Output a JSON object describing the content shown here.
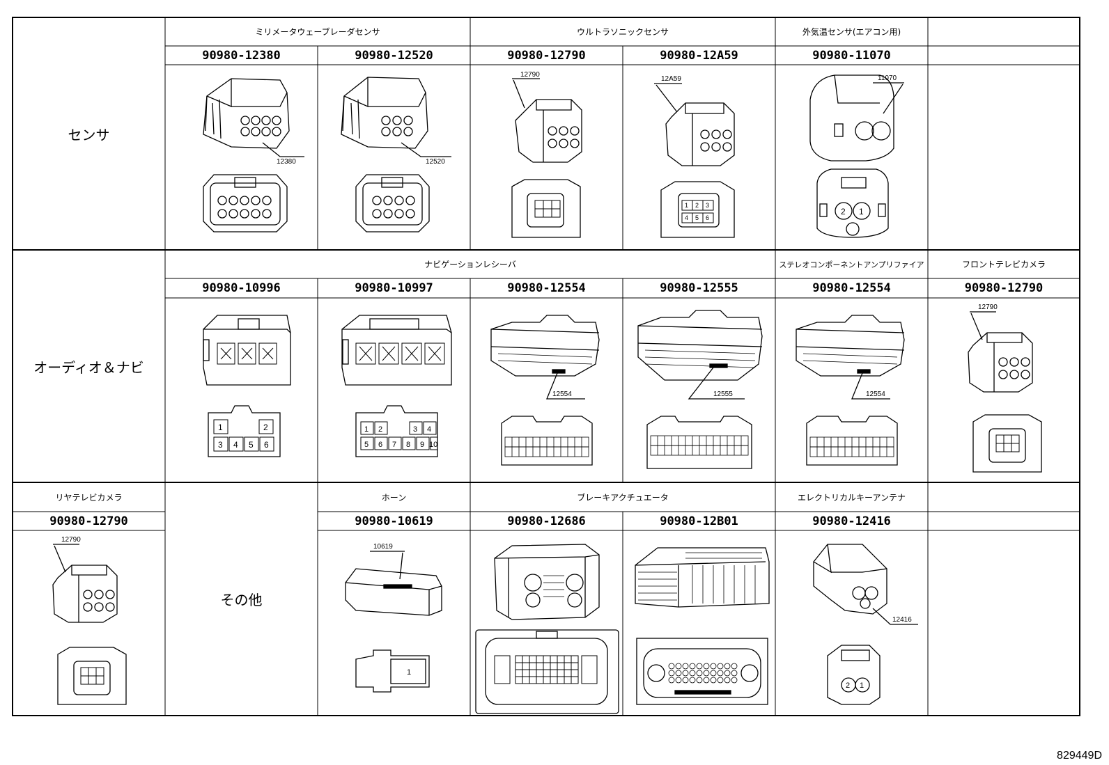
{
  "sections": {
    "sensor": {
      "label": "センサ",
      "groups": [
        "ミリメータウェーブレーダセンサ",
        "ウルトラソニックセンサ",
        "外気温センサ(エアコン用)"
      ],
      "parts": [
        {
          "number": "90980-12380",
          "callout": "12380"
        },
        {
          "number": "90980-12520",
          "callout": "12520"
        },
        {
          "number": "90980-12790",
          "callout": "12790"
        },
        {
          "number": "90980-12A59",
          "callout": "12A59"
        },
        {
          "number": "90980-11070",
          "callout": "11070"
        }
      ]
    },
    "audio": {
      "label": "オーディオ＆ナビ",
      "groups": [
        "ナビゲーションレシーバ",
        "ステレオコンポーネントアンプリファイア",
        "フロントテレビカメラ"
      ],
      "parts": [
        {
          "number": "90980-10996",
          "callout": ""
        },
        {
          "number": "90980-10997",
          "callout": ""
        },
        {
          "number": "90980-12554",
          "callout": "12554"
        },
        {
          "number": "90980-12555",
          "callout": "12555"
        },
        {
          "number": "90980-12554",
          "callout": "12554"
        },
        {
          "number": "90980-12790",
          "callout": "12790"
        }
      ]
    },
    "other": {
      "label": "その他",
      "groups": [
        "リヤテレビカメラ",
        "ホーン",
        "ブレーキアクチュエータ",
        "エレクトリカルキーアンテナ"
      ],
      "parts": [
        {
          "number": "90980-12790",
          "callout": "12790"
        },
        {
          "number": "90980-10619",
          "callout": "10619"
        },
        {
          "number": "90980-12686",
          "callout": ""
        },
        {
          "number": "90980-12B01",
          "callout": ""
        },
        {
          "number": "90980-12416",
          "callout": "12416"
        }
      ]
    }
  },
  "pin_labels": {
    "p1": "1",
    "p2": "2",
    "p3": "3",
    "p4": "4",
    "p5": "5",
    "p6": "6",
    "p7": "7",
    "p8": "8",
    "p9": "9",
    "p10": "10"
  },
  "footer_code": "829449D"
}
